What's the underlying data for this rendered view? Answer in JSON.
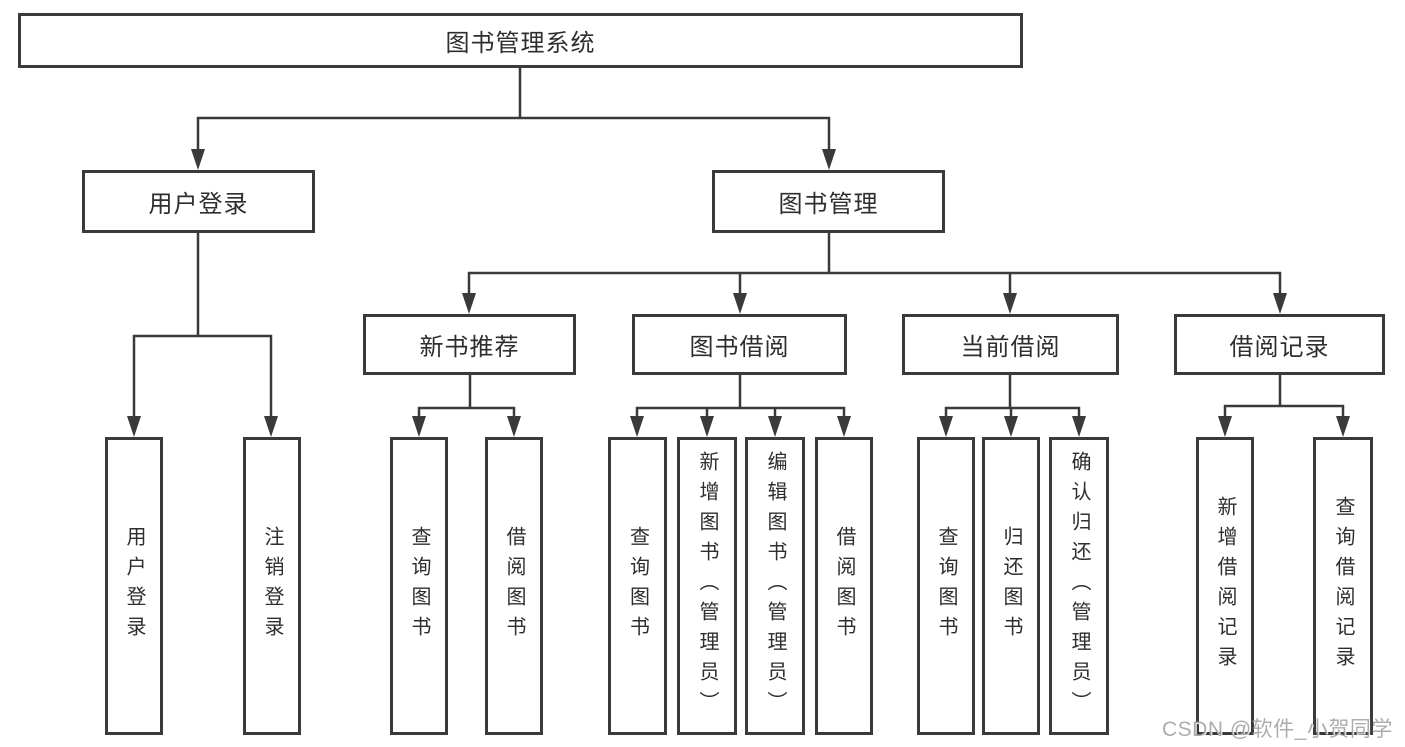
{
  "diagram": {
    "root": "图书管理系统",
    "level1": [
      {
        "label": "用户登录",
        "leaves": [
          "用户登录",
          "注销登录"
        ]
      },
      {
        "label": "图书管理",
        "level2": [
          {
            "label": "新书推荐",
            "leaves": [
              "查询图书",
              "借阅图书"
            ]
          },
          {
            "label": "图书借阅",
            "leaves": [
              "查询图书",
              "新增图书（管理员）",
              "编辑图书（管理员）",
              "借阅图书"
            ]
          },
          {
            "label": "当前借阅",
            "leaves": [
              "查询图书",
              "归还图书",
              "确认归还（管理员）"
            ]
          },
          {
            "label": "借阅记录",
            "leaves": [
              "新增借阅记录",
              "查询借阅记录"
            ]
          }
        ]
      }
    ]
  },
  "watermark": {
    "text": "CSDN @软件_小贺同学"
  },
  "colors": {
    "line": "#3a3a3a",
    "text": "#2e2e2e",
    "background": "#ffffff",
    "watermark": "#9e9e9e"
  }
}
